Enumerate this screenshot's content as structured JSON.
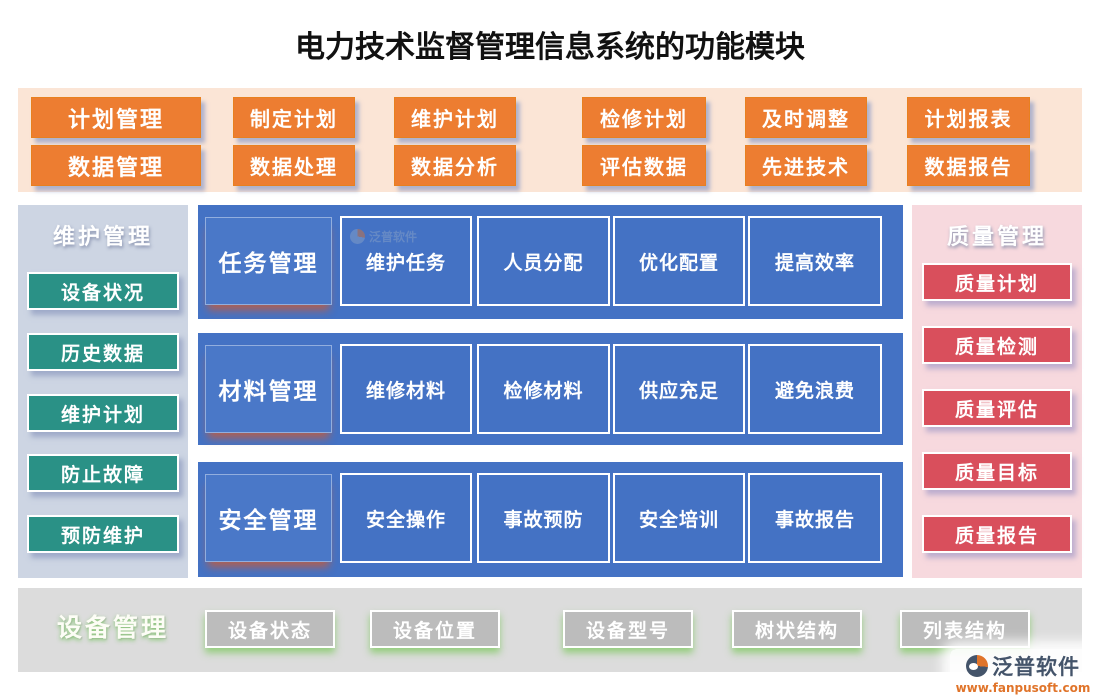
{
  "title": "电力技术监督管理信息系统的功能模块",
  "colors": {
    "orange": "#ed7d31",
    "peach_band": "#fbe5d6",
    "blue_panel": "#4472c4",
    "teal": "#2a9186",
    "left_band": "#cdd5e3",
    "red": "#d94f5c",
    "pink_band": "#f7d9de",
    "gray_band": "#dcdcdc",
    "gray_button": "#bcbcbc",
    "logo_dark": "#44546a",
    "logo_orange": "#e0742a"
  },
  "top_band": {
    "rows": [
      {
        "header": "计划管理",
        "items": [
          "制定计划",
          "维护计划",
          "检修计划",
          "及时调整",
          "计划报表"
        ]
      },
      {
        "header": "数据管理",
        "items": [
          "数据处理",
          "数据分析",
          "评估数据",
          "先进技术",
          "数据报告"
        ]
      }
    ]
  },
  "left_panel": {
    "title": "维护管理",
    "items": [
      "设备状况",
      "历史数据",
      "维护计划",
      "防止故障",
      "预防维护"
    ]
  },
  "center": {
    "rows": [
      {
        "label": "任务管理",
        "cells": [
          "维护任务",
          "人员分配",
          "优化配置",
          "提高效率"
        ]
      },
      {
        "label": "材料管理",
        "cells": [
          "维修材料",
          "检修材料",
          "供应充足",
          "避免浪费"
        ]
      },
      {
        "label": "安全管理",
        "cells": [
          "安全操作",
          "事故预防",
          "安全培训",
          "事故报告"
        ]
      }
    ]
  },
  "right_panel": {
    "title": "质量管理",
    "items": [
      "质量计划",
      "质量检测",
      "质量评估",
      "质量目标",
      "质量报告"
    ]
  },
  "bottom_band": {
    "title": "设备管理",
    "items": [
      "设备状态",
      "设备位置",
      "设备型号",
      "树状结构",
      "列表结构"
    ]
  },
  "watermark": {
    "text": "泛普软件"
  },
  "logo": {
    "name": "泛普软件",
    "url": "www.fanpusoft.com"
  }
}
